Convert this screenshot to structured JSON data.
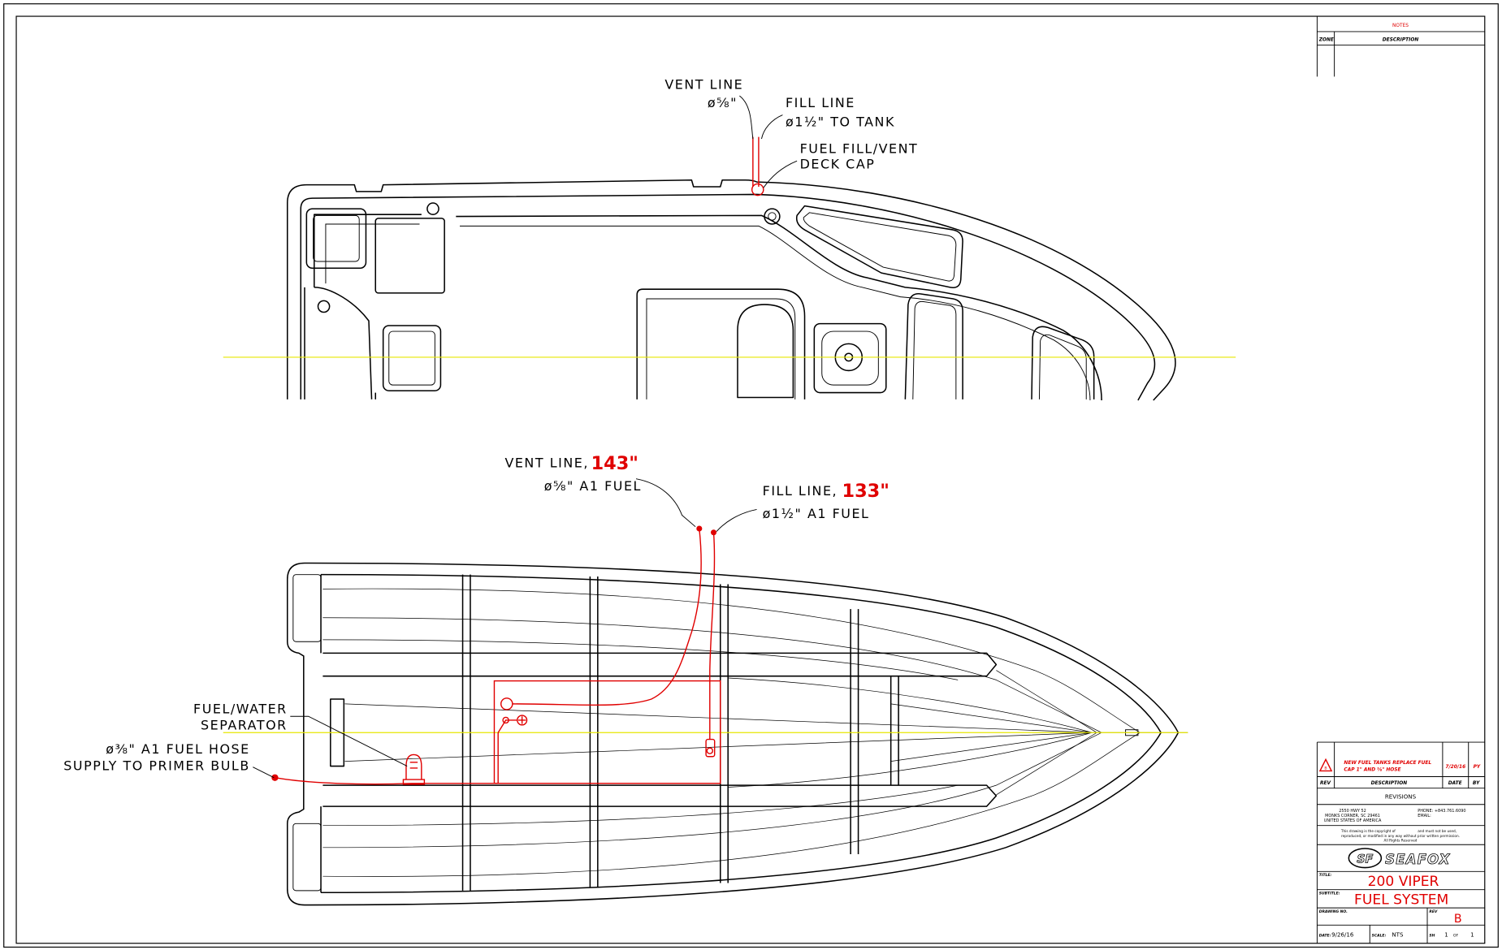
{
  "colors": {
    "annotation_red": "#e00000",
    "centerline_yellow": "#e6e600",
    "line": "#000000"
  },
  "notes": {
    "title": "NOTES",
    "zone_header": "ZONE",
    "description_header": "DESCRIPTION"
  },
  "top_view": {
    "vent_line_label": "VENT LINE",
    "vent_line_size": "ø⅝\"",
    "fill_line_label": "FILL LINE",
    "fill_line_size": "ø1½\"  TO  TANK",
    "deck_cap_label_1": "FUEL FILL/VENT",
    "deck_cap_label_2": "DECK CAP"
  },
  "bottom_view": {
    "vent_line_label": "VENT LINE,",
    "vent_line_length": "143\"",
    "vent_line_spec": "ø⅝\"  A1  FUEL",
    "fill_line_label": "FILL LINE,",
    "fill_line_length": "133\"",
    "fill_line_spec": "ø1½\"  A1  FUEL",
    "separator_label_1": "FUEL/WATER",
    "separator_label_2": "SEPARATOR",
    "supply_hose_label_1": "ø⅜\"  A1  FUEL  HOSE",
    "supply_hose_label_2": "SUPPLY  TO  PRIMER  BULB"
  },
  "title_block": {
    "revision_mark": "B",
    "revision_desc_1": "NEW FUEL TANKS REPLACE FUEL",
    "revision_desc_2": "CAP 1\" AND ⅝\" HOSE",
    "revision_date": "7/20/16",
    "revision_by": "PY",
    "rev_header": "REV",
    "desc_header": "DESCRIPTION",
    "date_header": "DATE",
    "by_header": "BY",
    "revisions_label": "REVISIONS",
    "address_1": "2550 HWY 52",
    "address_2": "MONKS CORNER, SC 29461",
    "address_3": "UNITED STATES OF AMERICA",
    "phone": "PHONE: +843.761.6090",
    "email_label": "EMAIL:",
    "copyright_1": "This drawing is the copyright of",
    "copyright_1b": "and must not be used,",
    "copyright_2": "reproduced, or modified in any way without prior written permission.",
    "copyright_3": "All Rights Reserved",
    "logo_mark": "SF",
    "logo_text": "SEAFOX",
    "title_label": "TITLE:",
    "title": "200 VIPER",
    "subtitle_label": "SUBTITLE:",
    "subtitle": "FUEL SYSTEM",
    "drawing_no_label": "DRAWING NO.",
    "rev_label": "REV",
    "rev": "B",
    "date_label": "DATE:",
    "date": "9/26/16",
    "scale_label": "SCALE:",
    "scale": "NTS",
    "sheet_label": "SH",
    "sheet": "1",
    "sheet_of": "OF",
    "sheet_total": "1"
  }
}
